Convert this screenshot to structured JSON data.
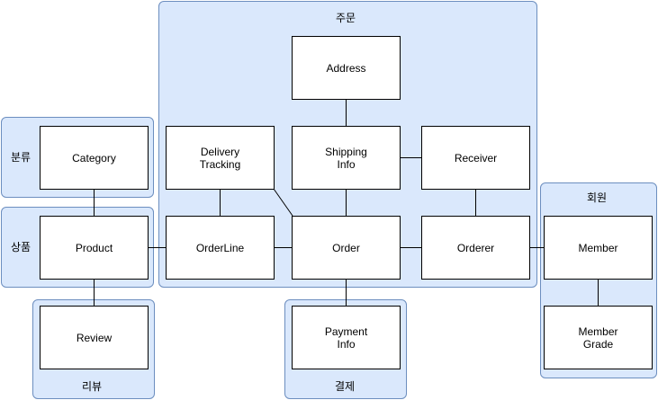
{
  "groups": {
    "order": "주문",
    "category": "분류",
    "product": "상품",
    "review": "리뷰",
    "payment": "결제",
    "member": "회원"
  },
  "nodes": {
    "address": "Address",
    "category": "Category",
    "delivery_tracking": "Delivery\nTracking",
    "shipping_info": "Shipping\nInfo",
    "receiver": "Receiver",
    "product": "Product",
    "orderline": "OrderLine",
    "order": "Order",
    "orderer": "Orderer",
    "member": "Member",
    "review": "Review",
    "payment_info": "Payment\nInfo",
    "member_grade": "Member\nGrade"
  },
  "colors": {
    "group_fill": "#dae8fc",
    "group_stroke": "#6c8ebf",
    "node_fill": "#ffffff",
    "node_stroke": "#000000"
  }
}
